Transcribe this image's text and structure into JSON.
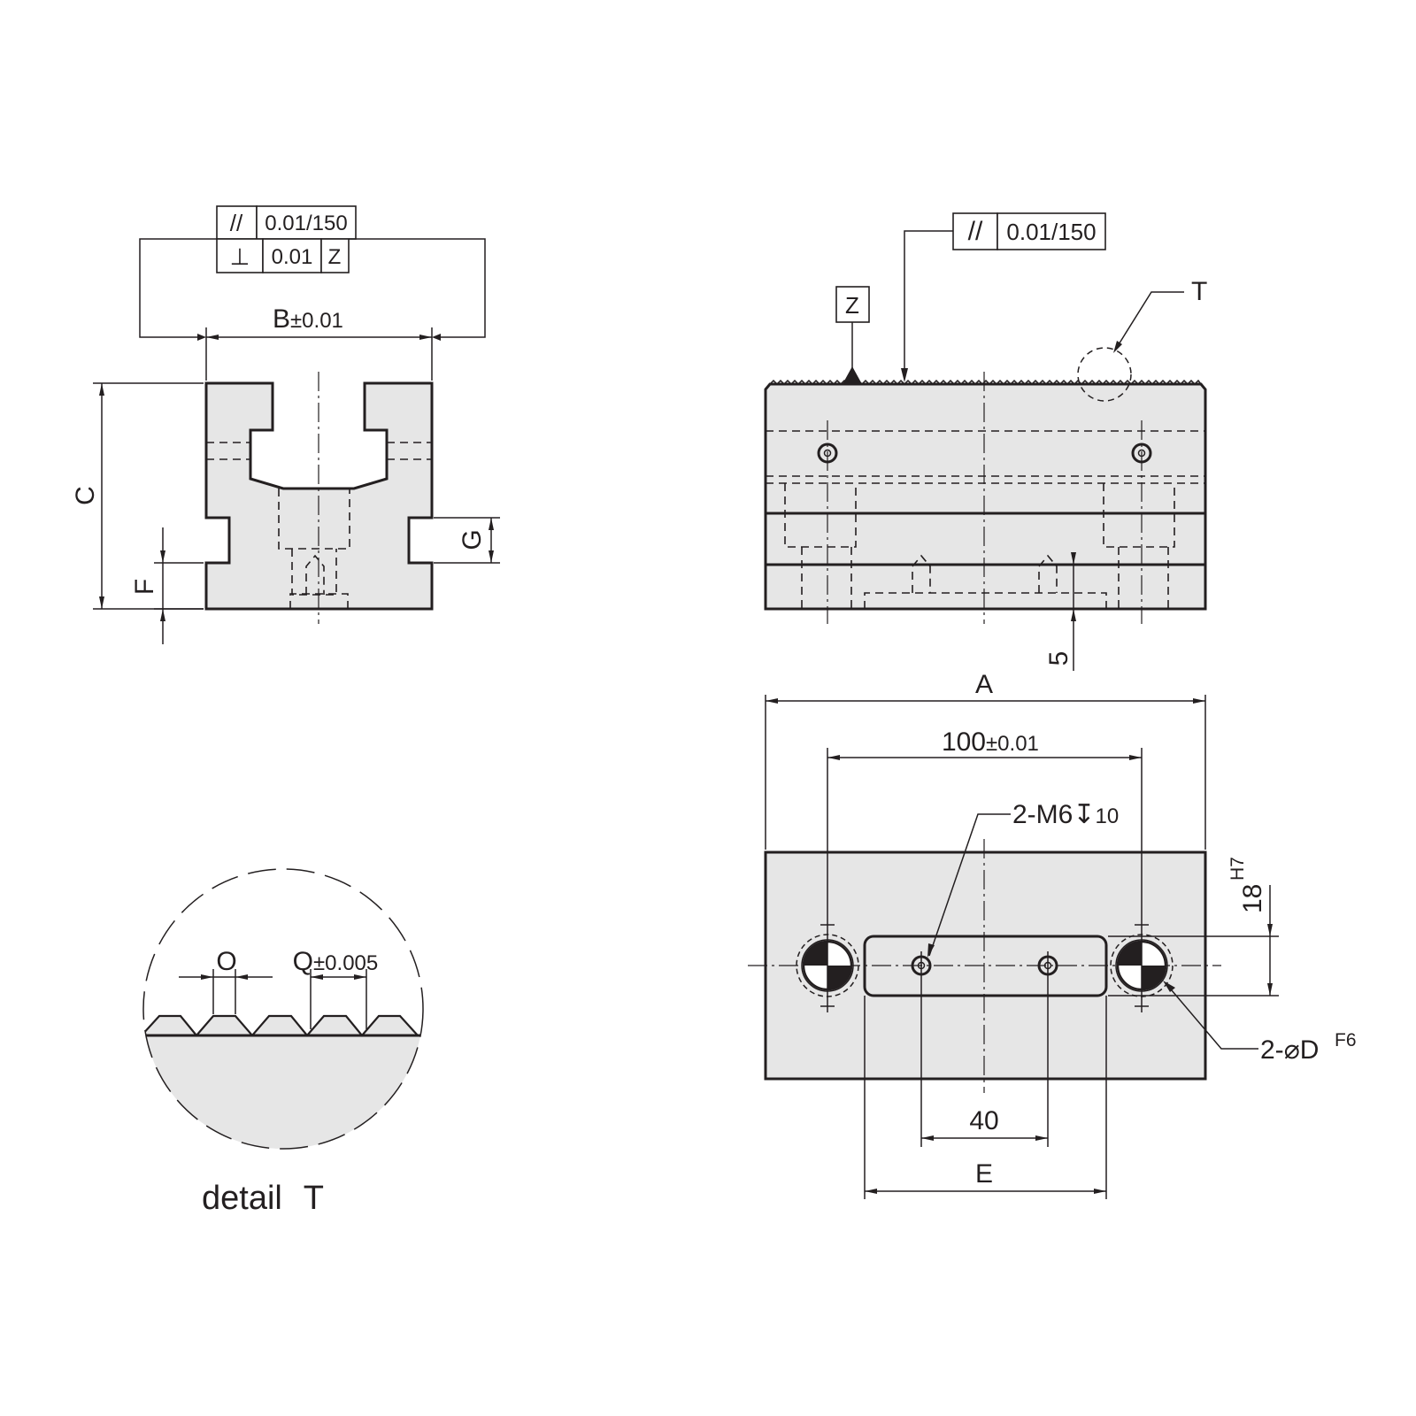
{
  "drawing": {
    "front_view": {
      "tolerance_parallel": {
        "symbol": "//",
        "value": "0.01/150"
      },
      "tolerance_perpendicular": {
        "symbol": "⊥",
        "value": "0.01",
        "datum": "Z"
      },
      "dim_width": {
        "letter": "B",
        "tol": "±0.01"
      },
      "dim_height": "C",
      "dim_slot": "G",
      "dim_slot_offset": "F"
    },
    "side_view": {
      "tolerance_parallel": {
        "symbol": "//",
        "value": "0.01/150"
      },
      "datum_label": "Z",
      "detail_callout": "T",
      "dim_bottom_step": "5"
    },
    "top_view": {
      "dim_length": "A",
      "dim_pitch": {
        "value": "100",
        "tol": "±0.01"
      },
      "thread_note": {
        "prefix": "2-M6",
        "depth_symbol": "↧",
        "depth": "10"
      },
      "dim_key_width": {
        "value": "18",
        "fit": "H7"
      },
      "pin_note": {
        "prefix": "2-",
        "diameter_symbol": "⌀",
        "letter": "D",
        "fit": "F6"
      },
      "dim_hole_pitch": "40",
      "dim_slot_length": "E"
    },
    "detail_view": {
      "dim_tooth": "O",
      "dim_pitch": {
        "letter": "Q",
        "tol": "±0.005"
      },
      "caption_word": "detail",
      "caption_letter": "T"
    }
  }
}
